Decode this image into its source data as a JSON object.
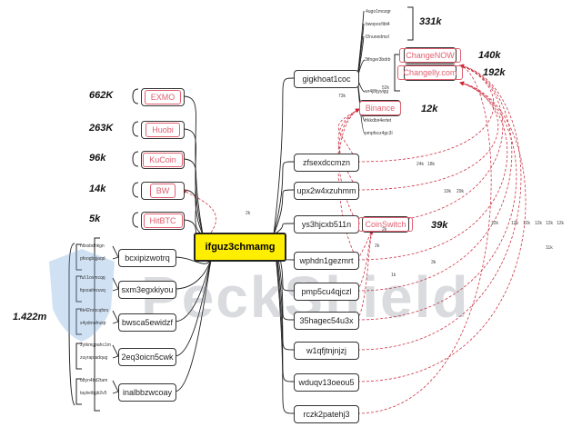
{
  "hub": {
    "label": "ifguz3chmamg"
  },
  "left_exchanges": [
    {
      "name": "EXMO",
      "amount": "662K"
    },
    {
      "name": "Huobi",
      "amount": "263K"
    },
    {
      "name": "KuCoin",
      "amount": "96k"
    },
    {
      "name": "BW",
      "amount": "14k"
    },
    {
      "name": "HitBTC",
      "amount": "5k"
    }
  ],
  "left_nodes": [
    {
      "label": "bcxipizwotrq",
      "subs": [
        "nltxsbdnkgn",
        "pfoogbgjaqd"
      ]
    },
    {
      "label": "sxm3egxkiyou",
      "subs": [
        "ruf.1ovmcqq",
        "fqozaitvzuvq"
      ]
    },
    {
      "label": "bwsca5ewidzf",
      "subs": [
        "ek42nrbcqfxrs",
        "x4ydmofnzqr"
      ]
    },
    {
      "label": "2eq3oicn5cwk",
      "subs": [
        "2ytkmgpahc1m",
        "zuyrapfadqug"
      ]
    },
    {
      "label": "inalbbzwcoay",
      "subs": [
        "u8yn4bd2tam",
        "taykeibgb2v5"
      ]
    }
  ],
  "left_total": "1.422m",
  "right_nodes": [
    {
      "label": "gigkhoat1coc"
    },
    {
      "label": "zfsexdccmzn"
    },
    {
      "label": "upx2w4xzuhmm"
    },
    {
      "label": "ys3hjcxb511n"
    },
    {
      "label": "wphdn1gezmrt"
    },
    {
      "label": "pmp5cu4qjczl"
    },
    {
      "label": "35hagec54u3x"
    },
    {
      "label": "w1qfjtnjnjzj"
    },
    {
      "label": "wduqv13oeou5"
    },
    {
      "label": "rczk2patehj3"
    }
  ],
  "right_exchanges": [
    {
      "name": "ChangeNOW",
      "amount": "140k"
    },
    {
      "name": "Changelly.com",
      "amount": "192k"
    },
    {
      "name": "Binance",
      "amount": "12k"
    },
    {
      "name": "CoinSwitch",
      "amount": "39k"
    }
  ],
  "top_amount": "331k",
  "top_subs": [
    "4ugo1mozgr",
    "bwopocfibt4",
    "f2nunedmzl"
  ],
  "cluster_subs": [
    "3tfnger3bdrb",
    "wr4j8tjyyigg",
    "frkkdbir4ertet",
    "pmpfscz4gc3l"
  ],
  "edge_labels": [
    "73k",
    "52k",
    "24k",
    "10k",
    "2k",
    "18k",
    "29k",
    "3k",
    "2k",
    "1k",
    "12k",
    "12k",
    "12k",
    "12k",
    "12k",
    "12k",
    "11k",
    "2k"
  ],
  "watermark": "PeckShield"
}
